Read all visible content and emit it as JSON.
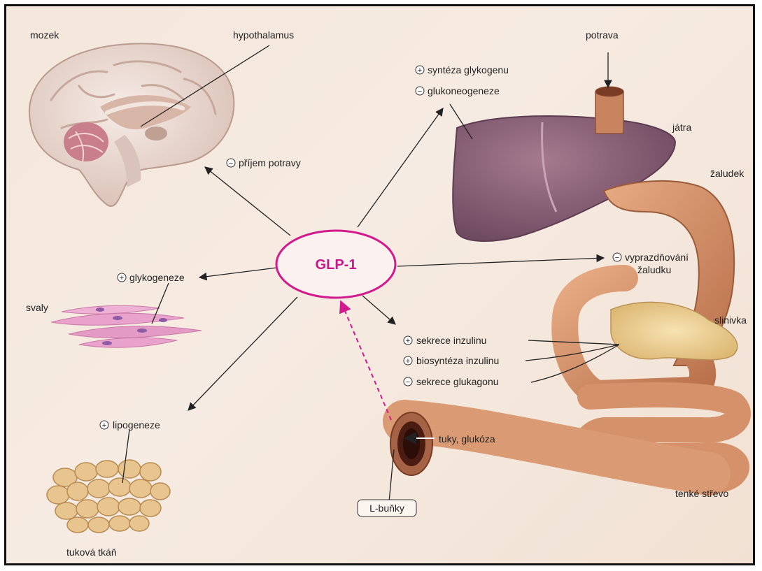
{
  "center": {
    "label": "GLP-1",
    "color": "#d21a8c"
  },
  "labels": {
    "mozek": "mozek",
    "hypothalamus": "hypothalamus",
    "prijem": "příjem potravy",
    "syntezaGlyk": "syntéza glykogenu",
    "glukoneogeneze": "glukoneogeneze",
    "potrava": "potrava",
    "jatra": "játra",
    "zaludek": "žaludek",
    "vyprazd1": "vyprazdňování",
    "vyprazd2": "žaludku",
    "glykogeneze": "glykogeneze",
    "svaly": "svaly",
    "slinivka": "slinivka",
    "sekreceInz": "sekrece inzulinu",
    "biosyntezaInz": "biosyntéza inzulinu",
    "sekreceGlukag": "sekrece glukagonu",
    "lipogeneze": "lipogeneze",
    "tuky": "tuky, glukóza",
    "lbunky": "L-buňky",
    "tenke": "tenké střevo",
    "tukova": "tuková tkáň"
  },
  "signs": {
    "plus": "+",
    "minus": "−"
  }
}
